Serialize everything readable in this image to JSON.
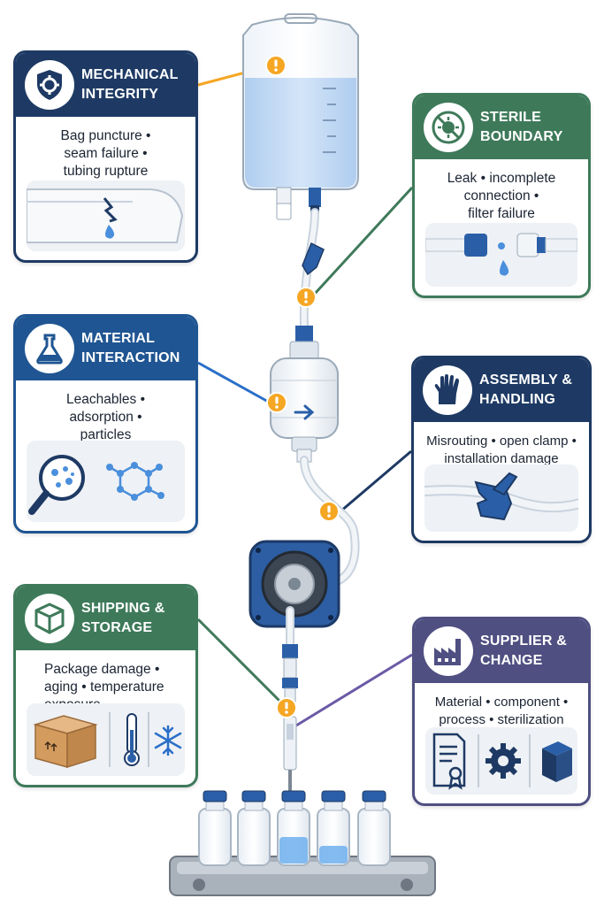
{
  "cards": {
    "mechanical": {
      "title": [
        "MECHANICAL",
        "INTEGRITY"
      ],
      "description": [
        "Bag puncture •",
        "seam failure •",
        "tubing rupture"
      ],
      "icon": "shield-gear-icon",
      "color": "#1e3a64"
    },
    "sterile": {
      "title": [
        "STERILE",
        "BOUNDARY"
      ],
      "description": [
        "Leak • incomplete",
        "connection •",
        "filter failure"
      ],
      "icon": "no-microbe-icon",
      "color": "#3e7a5a"
    },
    "material": {
      "title": [
        "MATERIAL",
        "INTERACTION"
      ],
      "description": [
        "Leachables •",
        "adsorption •",
        "particles"
      ],
      "icon": "flask-icon",
      "color": "#1f5592"
    },
    "assembly": {
      "title": [
        "ASSEMBLY &",
        "HANDLING"
      ],
      "description": [
        "Misrouting • open clamp •",
        "installation damage"
      ],
      "icon": "glove-icon",
      "color": "#1e3a64"
    },
    "shipping": {
      "title": [
        "SHIPPING &",
        "STORAGE"
      ],
      "description": [
        "Package damage •",
        "aging • temperature",
        "exposure"
      ],
      "icon": "box-icon",
      "color": "#3e7a5a"
    },
    "supplier": {
      "title": [
        "SUPPLIER &",
        "CHANGE"
      ],
      "description": [
        "Material • component •",
        "process • sterilization"
      ],
      "icon": "factory-icon",
      "color": "#4f4f82"
    }
  },
  "colors": {
    "warning_marker": "#f5a623",
    "accent_blue": "#2a5fa8",
    "fluid": "#bcd6f2"
  }
}
